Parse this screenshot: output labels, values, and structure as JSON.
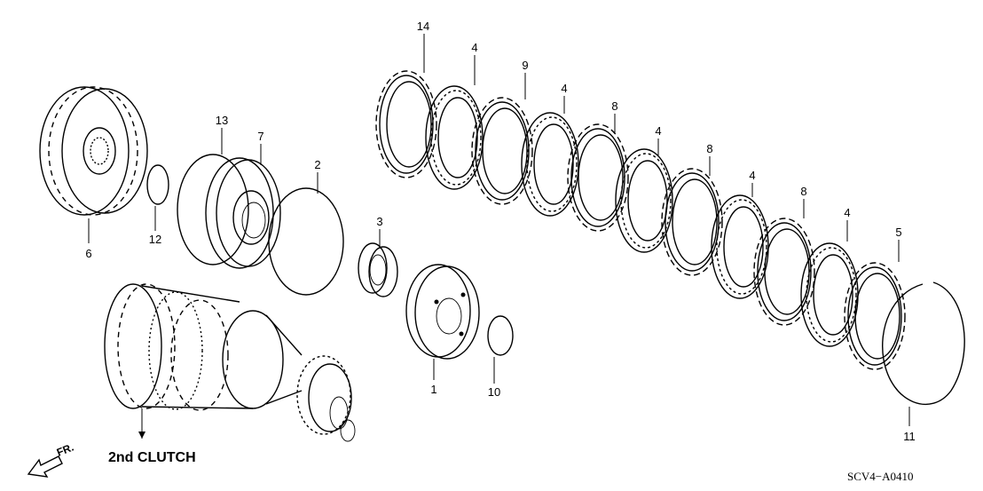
{
  "diagram": {
    "callouts": [
      "14",
      "4",
      "9",
      "4",
      "8",
      "4",
      "8",
      "4",
      "8",
      "4",
      "5",
      "13",
      "7",
      "2",
      "3",
      "6",
      "12",
      "1",
      "10",
      "11"
    ],
    "caption": "2nd CLUTCH",
    "direction_label": "FR.",
    "code": "SCV4−A0410"
  }
}
